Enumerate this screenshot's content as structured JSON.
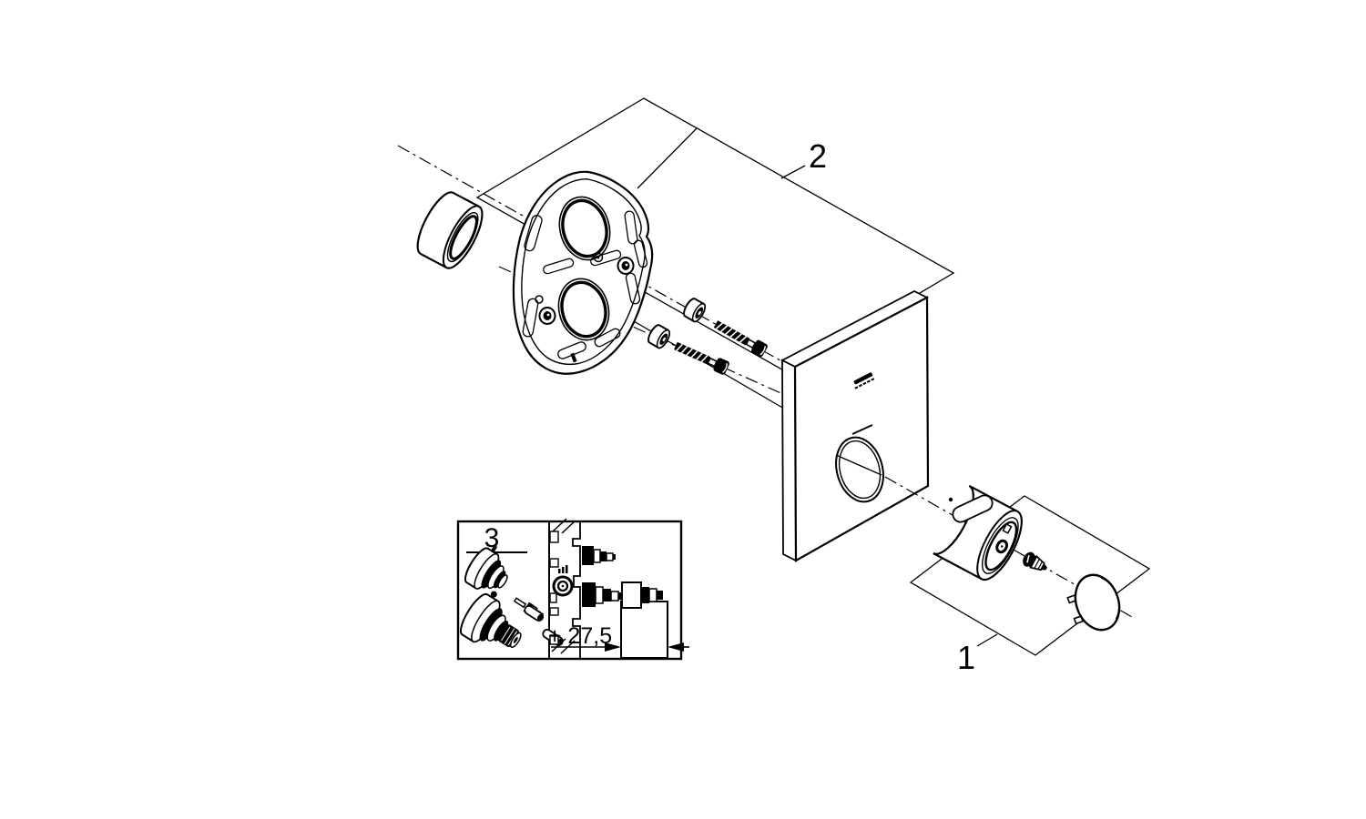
{
  "diagram": {
    "background_color": "#ffffff",
    "line_color": "#000000",
    "type": "exploded-parts-diagram",
    "callouts": {
      "part1_label": "1",
      "part2_label": "2",
      "part3_label": "3"
    },
    "inset": {
      "dimension_label": "+ 27,5"
    },
    "icons": {
      "logo_mark": "grohe-logo-mark"
    },
    "parts": {
      "callout_2_group": [
        "sleeve-ring",
        "mounting-plate",
        "seal-grommets",
        "fixing-screws",
        "cover-plate"
      ],
      "callout_1_group": [
        "handle-knob",
        "handle-screw",
        "end-cap"
      ],
      "callout_3_inset": [
        "cartridge-small",
        "cartridge-large",
        "spindle-adapters",
        "valve-body-section",
        "extension-block"
      ]
    }
  }
}
